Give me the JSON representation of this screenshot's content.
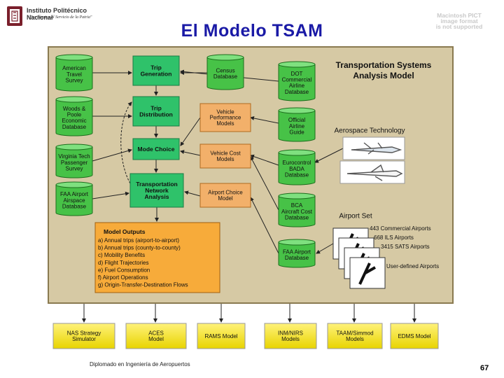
{
  "header": {
    "institution": "Instituto Politécnico Nacional",
    "motto": "\"La Técnica al Servicio de la Patria\"",
    "warning_lines": [
      "Macintosh PICT",
      "image format",
      "is not supported"
    ]
  },
  "title": "El Modelo TSAM",
  "diagram": {
    "heading_line1": "Transportation Systems",
    "heading_line2": "Analysis Model",
    "aerospace_label": "Aerospace Technology",
    "airport_set_label": "Airport Set",
    "databases_left": [
      [
        "American",
        "Travel",
        "Survey"
      ],
      [
        "Woods &",
        "Poole",
        "Economic",
        "Database"
      ],
      [
        "Virginia Tech",
        "Passenger",
        "Survey"
      ],
      [
        "FAA Airport",
        "Airspace",
        "Database"
      ]
    ],
    "census": [
      "Census",
      "Database"
    ],
    "databases_right": [
      [
        "DOT",
        "Commercial",
        "Airline",
        "Database"
      ],
      [
        "Official",
        "Airline",
        "Guide"
      ],
      [
        "Eurocontrol",
        "BADA",
        "Database"
      ],
      [
        "BCA",
        "Aircraft Cost",
        "Database"
      ],
      [
        "FAA Airport",
        "Database"
      ]
    ],
    "process_boxes": [
      [
        "Trip",
        "Generation"
      ],
      [
        "Trip",
        "Distribution"
      ],
      [
        "Mode Choice"
      ],
      [
        "Transportation",
        "Network",
        "Analysis"
      ]
    ],
    "model_boxes": [
      [
        "Vehicle",
        "Performance",
        "Models"
      ],
      [
        "Vehicle Cost",
        "Models"
      ],
      [
        "Airport Choice",
        "Model"
      ]
    ],
    "outputs_title": "Model Outputs",
    "outputs": [
      "a) Annual trips (airport-to-airport)",
      "b) Annual trips (county-to-county)",
      "c) Mobility Benefits",
      "d) Flight Trajectories",
      "e) Fuel Consumption",
      "f)  Airport Operations",
      "g) Origin-Transfer-Destination Flows"
    ],
    "airport_counts": [
      "443 Commercial Airports",
      "668 ILS Airports",
      "3415 SATS Airports",
      "User-defined Airports"
    ],
    "bottom_models": [
      [
        "NAS Strategy",
        "Simulator"
      ],
      [
        "ACES",
        "Model"
      ],
      [
        "RAMS Model"
      ],
      [
        "INM/NIRS",
        "Models"
      ],
      [
        "TAAM/Simmod",
        "Models"
      ],
      [
        "EDMS Model"
      ]
    ]
  },
  "colors": {
    "title_blue": "#1a1aa6",
    "panel_tan": "#d6c9a4",
    "db_green": "#47c247",
    "process_green": "#2fc26a",
    "model_orange": "#f2b06a",
    "outputs_orange": "#f7ab3a",
    "bottom_yellow": "#f7e61a"
  },
  "footer": {
    "text": "Diplomado en Ingeniería de Aeropuertos",
    "page": "67"
  }
}
